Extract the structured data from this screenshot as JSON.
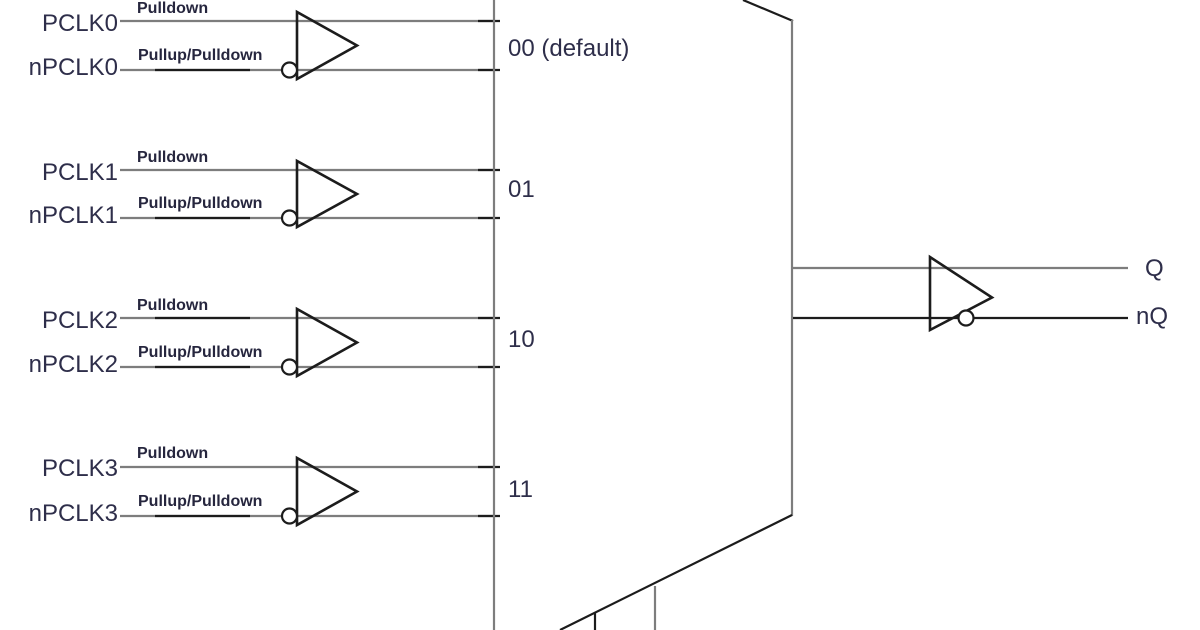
{
  "colors": {
    "background": "#ffffff",
    "line_gray": "#7d7d7d",
    "line_black": "#1c1c1c",
    "text": "#2e2e4a",
    "text_bold": "#26263e"
  },
  "mux": {
    "inputs": [
      {
        "p": "PCLK0",
        "n": "nPCLK0",
        "p_note": "Pulldown",
        "n_note": "Pullup/Pulldown",
        "code": "00 (default)"
      },
      {
        "p": "PCLK1",
        "n": "nPCLK1",
        "p_note": "Pulldown",
        "n_note": "Pullup/Pulldown",
        "code": "01"
      },
      {
        "p": "PCLK2",
        "n": "nPCLK2",
        "p_note": "Pulldown",
        "n_note": "Pullup/Pulldown",
        "code": "10"
      },
      {
        "p": "PCLK3",
        "n": "nPCLK3",
        "p_note": "Pulldown",
        "n_note": "Pullup/Pulldown",
        "code": "11"
      }
    ],
    "outputs": {
      "q": "Q",
      "nq": "nQ"
    }
  }
}
